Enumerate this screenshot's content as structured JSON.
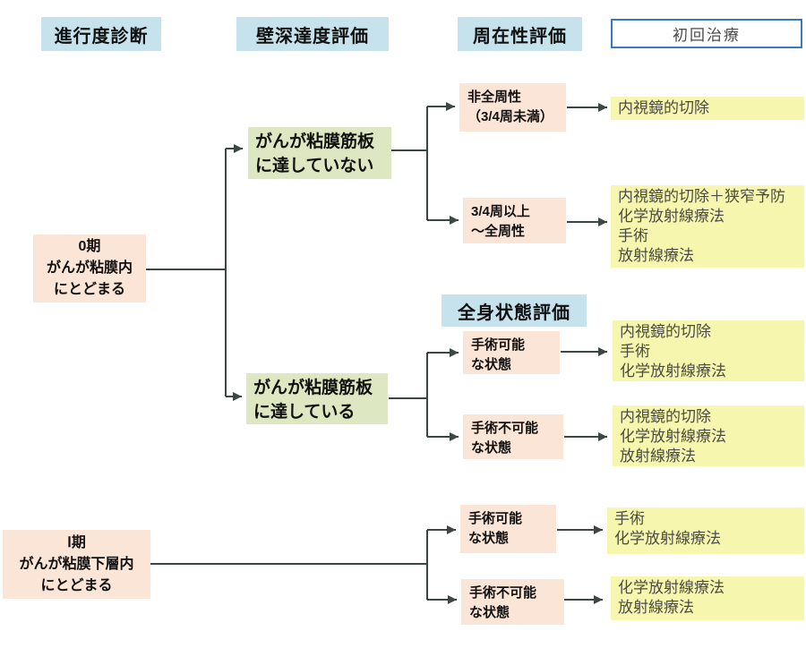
{
  "headers": {
    "progression": "進行度診断",
    "wall_depth": "壁深達度評価",
    "circumference": "周在性評価",
    "initial_treatment": "初回治療",
    "general_condition": "全身状態評価"
  },
  "stage_nodes": [
    {
      "text": "0期\nがんが粘膜内\nにとどまる"
    },
    {
      "text": "Ⅰ期\nがんが粘膜下層内\nにとどまる"
    }
  ],
  "depth_nodes": [
    {
      "text": "がんが粘膜筋板\nに達していない"
    },
    {
      "text": "がんが粘膜筋板\nに達している"
    }
  ],
  "condition_nodes": [
    {
      "text": "非全周性\n（3/4周未満）"
    },
    {
      "text": "3/4周以上\n～全周性"
    },
    {
      "text": "手術可能\nな状態"
    },
    {
      "text": "手術不可能\nな状態"
    },
    {
      "text": "手術可能\nな状態"
    },
    {
      "text": "手術不可能\nな状態"
    }
  ],
  "treatment_nodes": [
    {
      "text": "内視鏡的切除"
    },
    {
      "text": "内視鏡的切除＋狭窄予防\n化学放射線療法\n手術\n放射線療法"
    },
    {
      "text": "内視鏡的切除\n手術\n化学放射線療法"
    },
    {
      "text": "内視鏡的切除\n化学放射線療法\n放射線療法"
    },
    {
      "text": "手術\n化学放射線療法"
    },
    {
      "text": "化学放射線療法\n放射線療法"
    }
  ],
  "colors": {
    "header_bg": "#c6e2ec",
    "node_pink": "#fbe5d6",
    "node_green": "#dde8c3",
    "treatment_yellow": "#f6f6ae",
    "outline_blue": "#3579be",
    "line_color": "#3c4742",
    "text_dark": "#111111",
    "treatment_text": "#4b4b43"
  }
}
